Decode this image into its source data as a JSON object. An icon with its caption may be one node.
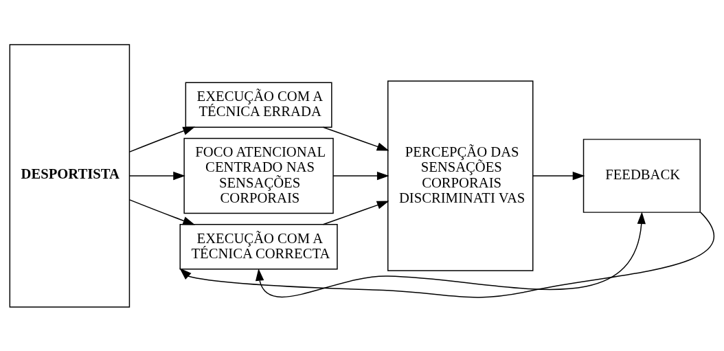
{
  "diagram": {
    "nodes": [
      {
        "text": [
          "DESPORTISTA"
        ]
      },
      {
        "text": [
          "EXECUÇÃO COM A TÉCNICA ERRADA"
        ]
      },
      {
        "text": [
          "FOCO ATENCIONAL CENTRADO NAS SENSAÇÕES CORPORAIS"
        ]
      },
      {
        "text": [
          "EXECUÇÃO COM A TÉCNICA CORRECTA"
        ]
      },
      {
        "text": [
          "PERCEPÇÃO DAS SENSAÇÕES CORPORAIS DISCRIMINATI VAS"
        ]
      },
      {
        "text": [
          "FEEDBACK"
        ]
      }
    ],
    "edges": [
      {
        "from": 0,
        "to": 1,
        "arrow": "to"
      },
      {
        "from": 0,
        "to": 2,
        "arrow": "to"
      },
      {
        "from": 0,
        "to": 3,
        "arrow": "to"
      },
      {
        "from": 1,
        "to": 4,
        "arrow": "to"
      },
      {
        "from": 2,
        "to": 4,
        "arrow": "to"
      },
      {
        "from": 3,
        "to": 4,
        "arrow": "to"
      },
      {
        "from": 4,
        "to": 5,
        "arrow": "to"
      },
      {
        "from": 5,
        "to": 3,
        "arrow": "both"
      },
      {
        "from": 5,
        "to": 3,
        "arrow": "to"
      }
    ]
  }
}
